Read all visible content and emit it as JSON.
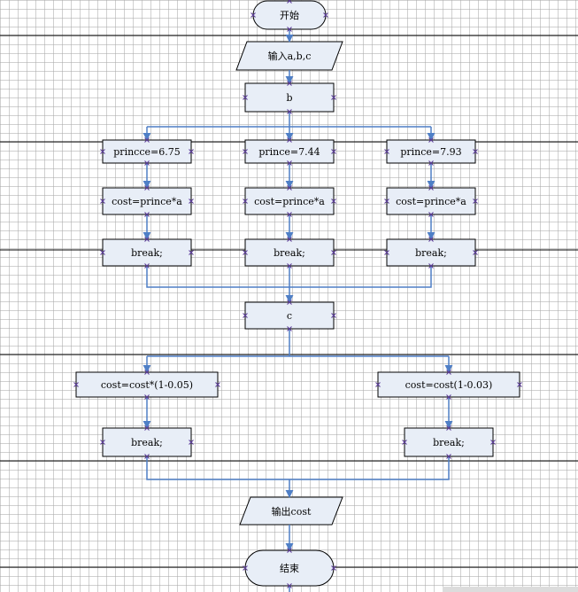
{
  "flowchart": {
    "start": "开始",
    "input": "输入a,b,c",
    "switch_b": "b",
    "case1_price": "princce=6.75",
    "case2_price": "prince=7.44",
    "case3_price": "prince=7.93",
    "case1_cost": "cost=prince*a",
    "case2_cost": "cost=prince*a",
    "case3_cost": "cost=prince*a",
    "case1_break": "break;",
    "case2_break": "break;",
    "case3_break": "break;",
    "switch_c": "c",
    "discount_a": "cost=cost*(1-0.05)",
    "discount_b": "cost=cost(1-0.03)",
    "break_a": "break;",
    "break_b": "break;",
    "output": "输出cost",
    "end": "结束"
  },
  "colors": {
    "fill": "#e8eef7",
    "border": "#000000",
    "connector": "#4f7fc6",
    "handle": "#5a3a9a"
  }
}
